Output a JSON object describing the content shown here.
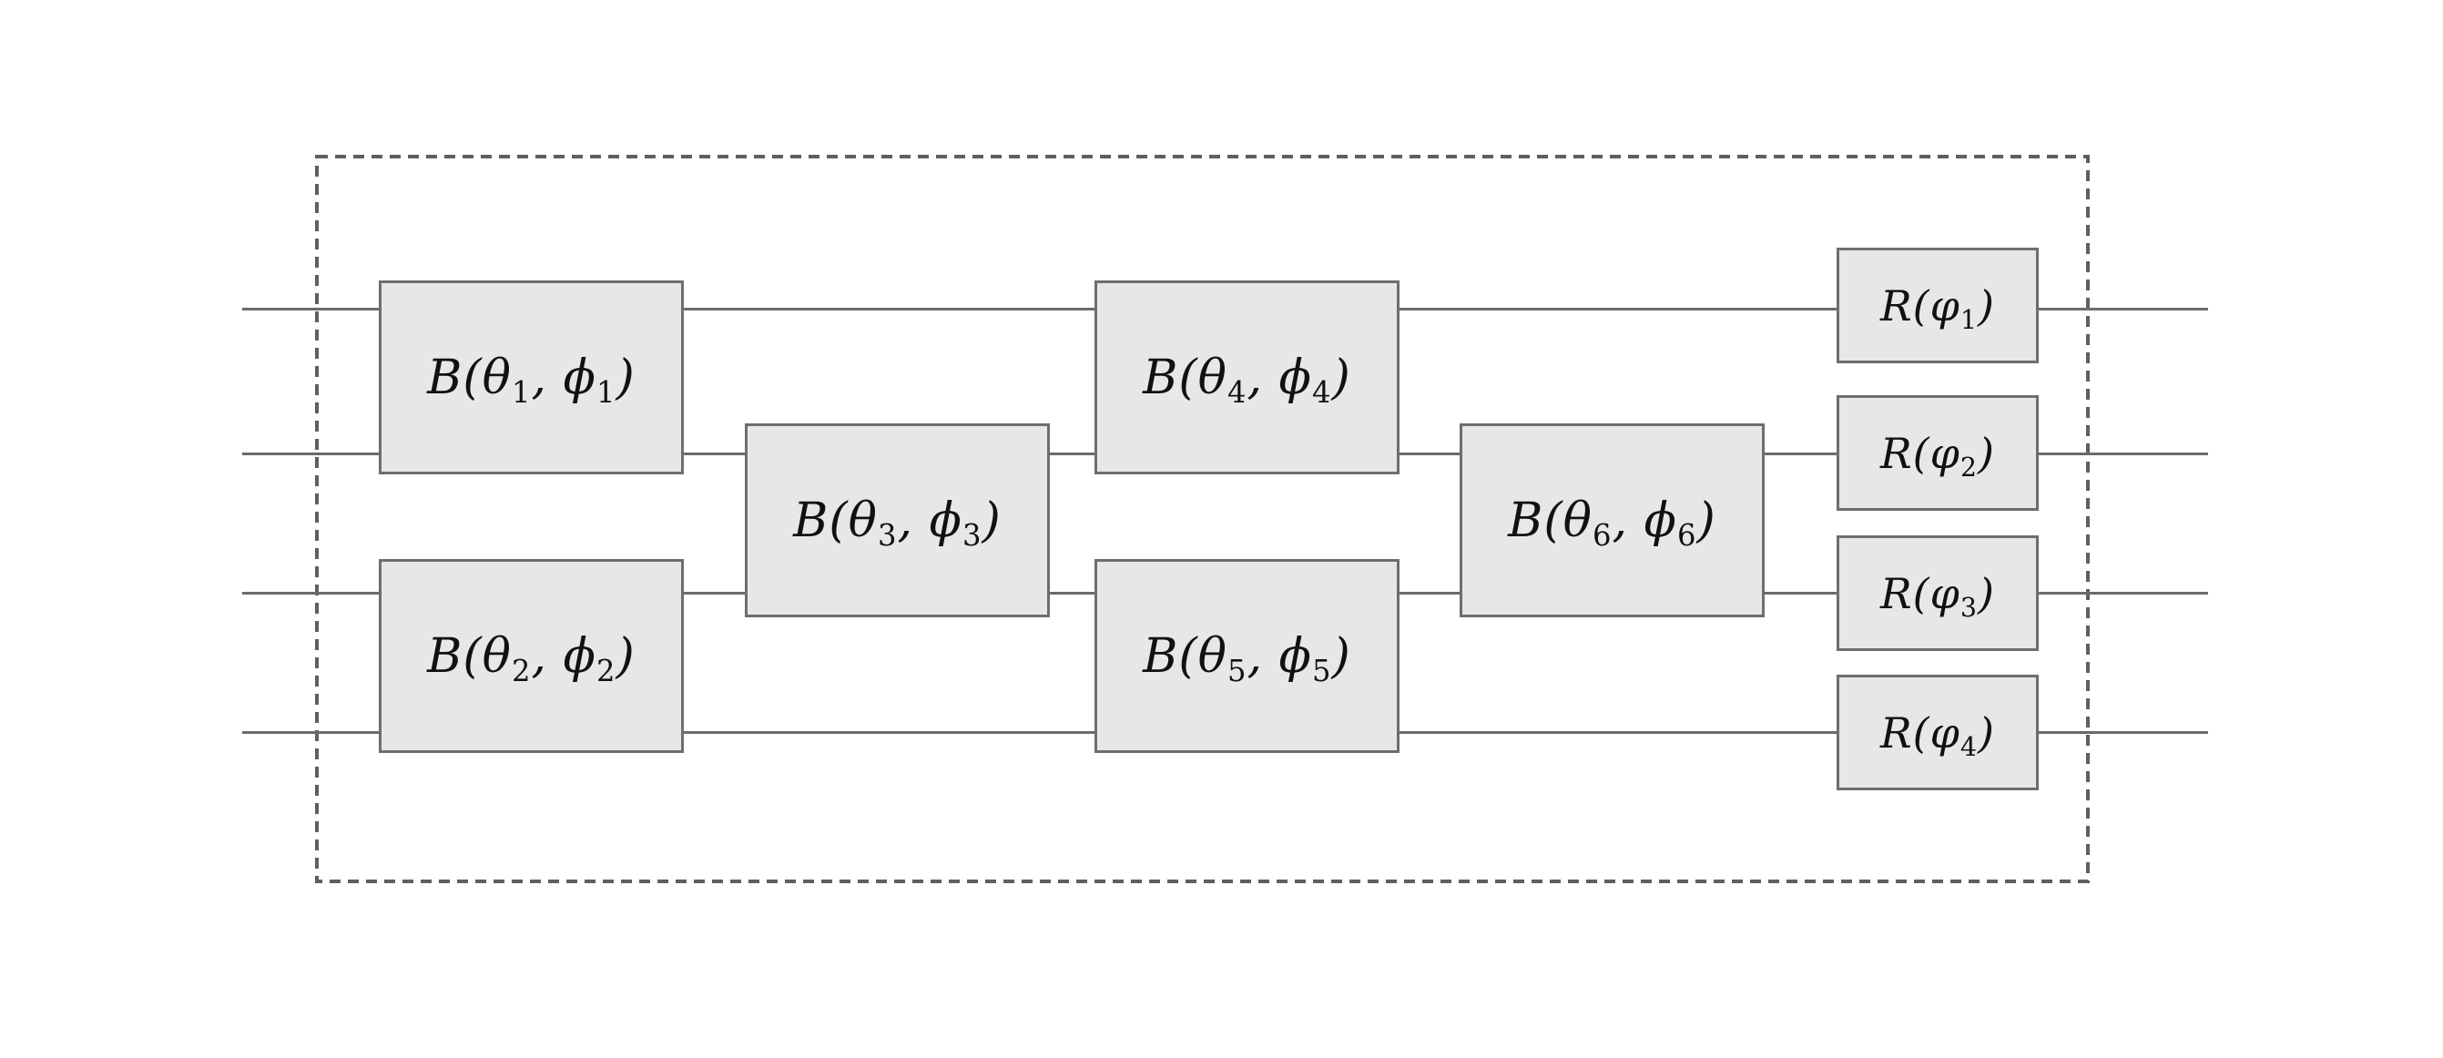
{
  "diagram": {
    "kind": "photonic-quantum-circuit",
    "background_color": "#ffffff",
    "wire_color": "#6b6b6b",
    "gate_fill_color": "#e7e7e7",
    "gate_border_color": "#6e6e6e",
    "dashed_boundary_color": "#5f5f5f",
    "num_wires": 4,
    "gates": {
      "b": [
        {
          "name": "beamsplitter-1",
          "prefix": "B(θ",
          "sub1": "1",
          "mid": ", ϕ",
          "sub2": "1",
          "suffix": ")",
          "wires": "1-2"
        },
        {
          "name": "beamsplitter-2",
          "prefix": "B(θ",
          "sub1": "2",
          "mid": ", ϕ",
          "sub2": "2",
          "suffix": ")",
          "wires": "3-4"
        },
        {
          "name": "beamsplitter-3",
          "prefix": "B(θ",
          "sub1": "3",
          "mid": ", ϕ",
          "sub2": "3",
          "suffix": ")",
          "wires": "2-3"
        },
        {
          "name": "beamsplitter-4",
          "prefix": "B(θ",
          "sub1": "4",
          "mid": ", ϕ",
          "sub2": "4",
          "suffix": ")",
          "wires": "1-2"
        },
        {
          "name": "beamsplitter-5",
          "prefix": "B(θ",
          "sub1": "5",
          "mid": ", ϕ",
          "sub2": "5",
          "suffix": ")",
          "wires": "3-4"
        },
        {
          "name": "beamsplitter-6",
          "prefix": "B(θ",
          "sub1": "6",
          "mid": ", ϕ",
          "sub2": "6",
          "suffix": ")",
          "wires": "2-3"
        }
      ],
      "r": [
        {
          "name": "rotation-1",
          "prefix": "R(φ",
          "sub": "1",
          "suffix": ")",
          "wire": "1"
        },
        {
          "name": "rotation-2",
          "prefix": "R(φ",
          "sub": "2",
          "suffix": ")",
          "wire": "2"
        },
        {
          "name": "rotation-3",
          "prefix": "R(φ",
          "sub": "3",
          "suffix": ")",
          "wire": "3"
        },
        {
          "name": "rotation-4",
          "prefix": "R(φ",
          "sub": "4",
          "suffix": ")",
          "wire": "4"
        }
      ]
    }
  }
}
